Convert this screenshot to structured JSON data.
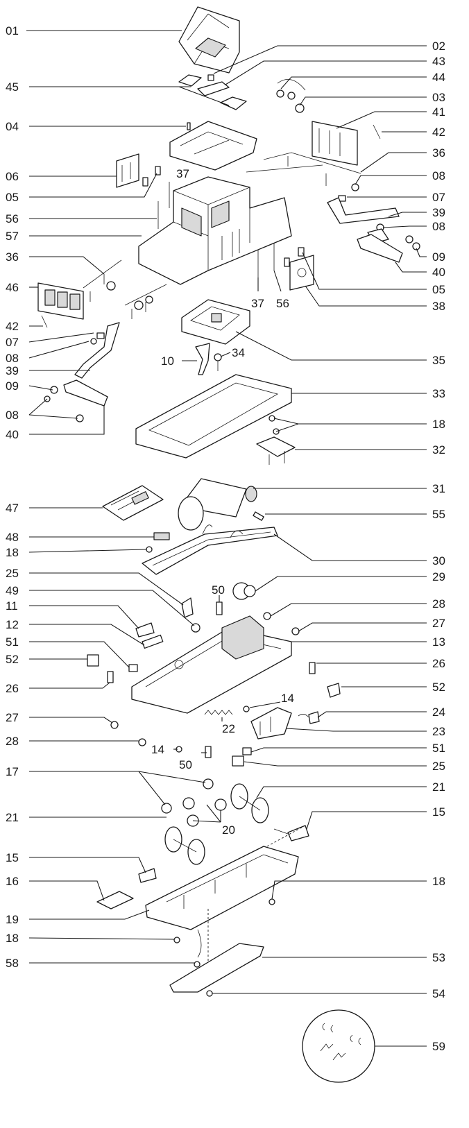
{
  "labels": {
    "l01": "01",
    "l02": "02",
    "l43": "43",
    "l44": "44",
    "l45": "45",
    "l03": "03",
    "l04": "04",
    "l41": "41",
    "l42a": "42",
    "l36a": "36",
    "l06": "06",
    "l37a": "37",
    "l08a": "08",
    "l05a": "05",
    "l07a": "07",
    "l56a": "56",
    "l39a": "39",
    "l08b": "08",
    "l57": "57",
    "l09a": "09",
    "l36b": "36",
    "l40a": "40",
    "l46": "46",
    "l05b": "05",
    "l37b": "37",
    "l56b": "56",
    "l38": "38",
    "l42b": "42",
    "l07b": "07",
    "l08c": "08",
    "l10": "10",
    "l34": "34",
    "l35": "35",
    "l39b": "39",
    "l09b": "09",
    "l33": "33",
    "l08d": "08",
    "l18a": "18",
    "l40b": "40",
    "l32": "32",
    "l31": "31",
    "l47": "47",
    "l55": "55",
    "l48": "48",
    "l18b": "18",
    "l30": "30",
    "l25a": "25",
    "l29": "29",
    "l49": "49",
    "l50a": "50",
    "l28a": "28",
    "l11": "11",
    "l27a": "27",
    "l12": "12",
    "l13": "13",
    "l51a": "51",
    "l52a": "52",
    "l26a": "26",
    "l14a": "14",
    "l26b": "26",
    "l52b": "52",
    "l27b": "27",
    "l22": "22",
    "l24": "24",
    "l23": "23",
    "l28b": "28",
    "l14b": "14",
    "l50b": "50",
    "l51b": "51",
    "l25b": "25",
    "l17": "17",
    "l21a": "21",
    "l20": "20",
    "l21b": "21",
    "l15a": "15",
    "l15b": "15",
    "l16": "16",
    "l18c": "18",
    "l19": "19",
    "l18d": "18",
    "l58": "58",
    "l53": "53",
    "l54": "54",
    "l59": "59"
  },
  "colors": {
    "line": "#1a1a1a",
    "fill_light": "#d9d9d9",
    "background": "#ffffff"
  }
}
